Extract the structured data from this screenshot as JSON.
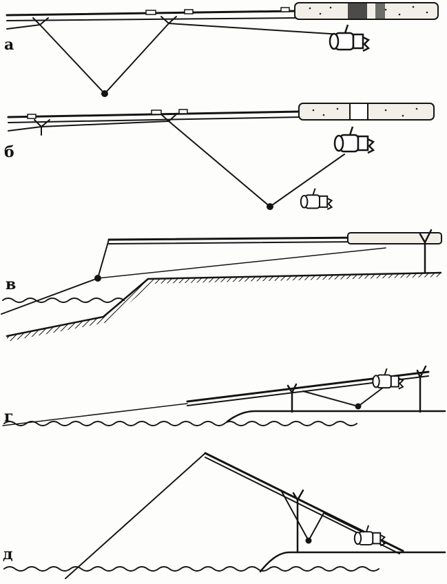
{
  "figure": {
    "panels": [
      {
        "id": "a",
        "label": "а"
      },
      {
        "id": "b",
        "label": "б"
      },
      {
        "id": "v",
        "label": "в"
      },
      {
        "id": "g",
        "label": "г"
      },
      {
        "id": "d",
        "label": "д"
      }
    ]
  },
  "colors": {
    "ink": "#141414",
    "paper": "#fdfdfb"
  },
  "icons": [
    "spinning-reel-icon",
    "sinker-weight-icon",
    "rod-rest-icon"
  ]
}
